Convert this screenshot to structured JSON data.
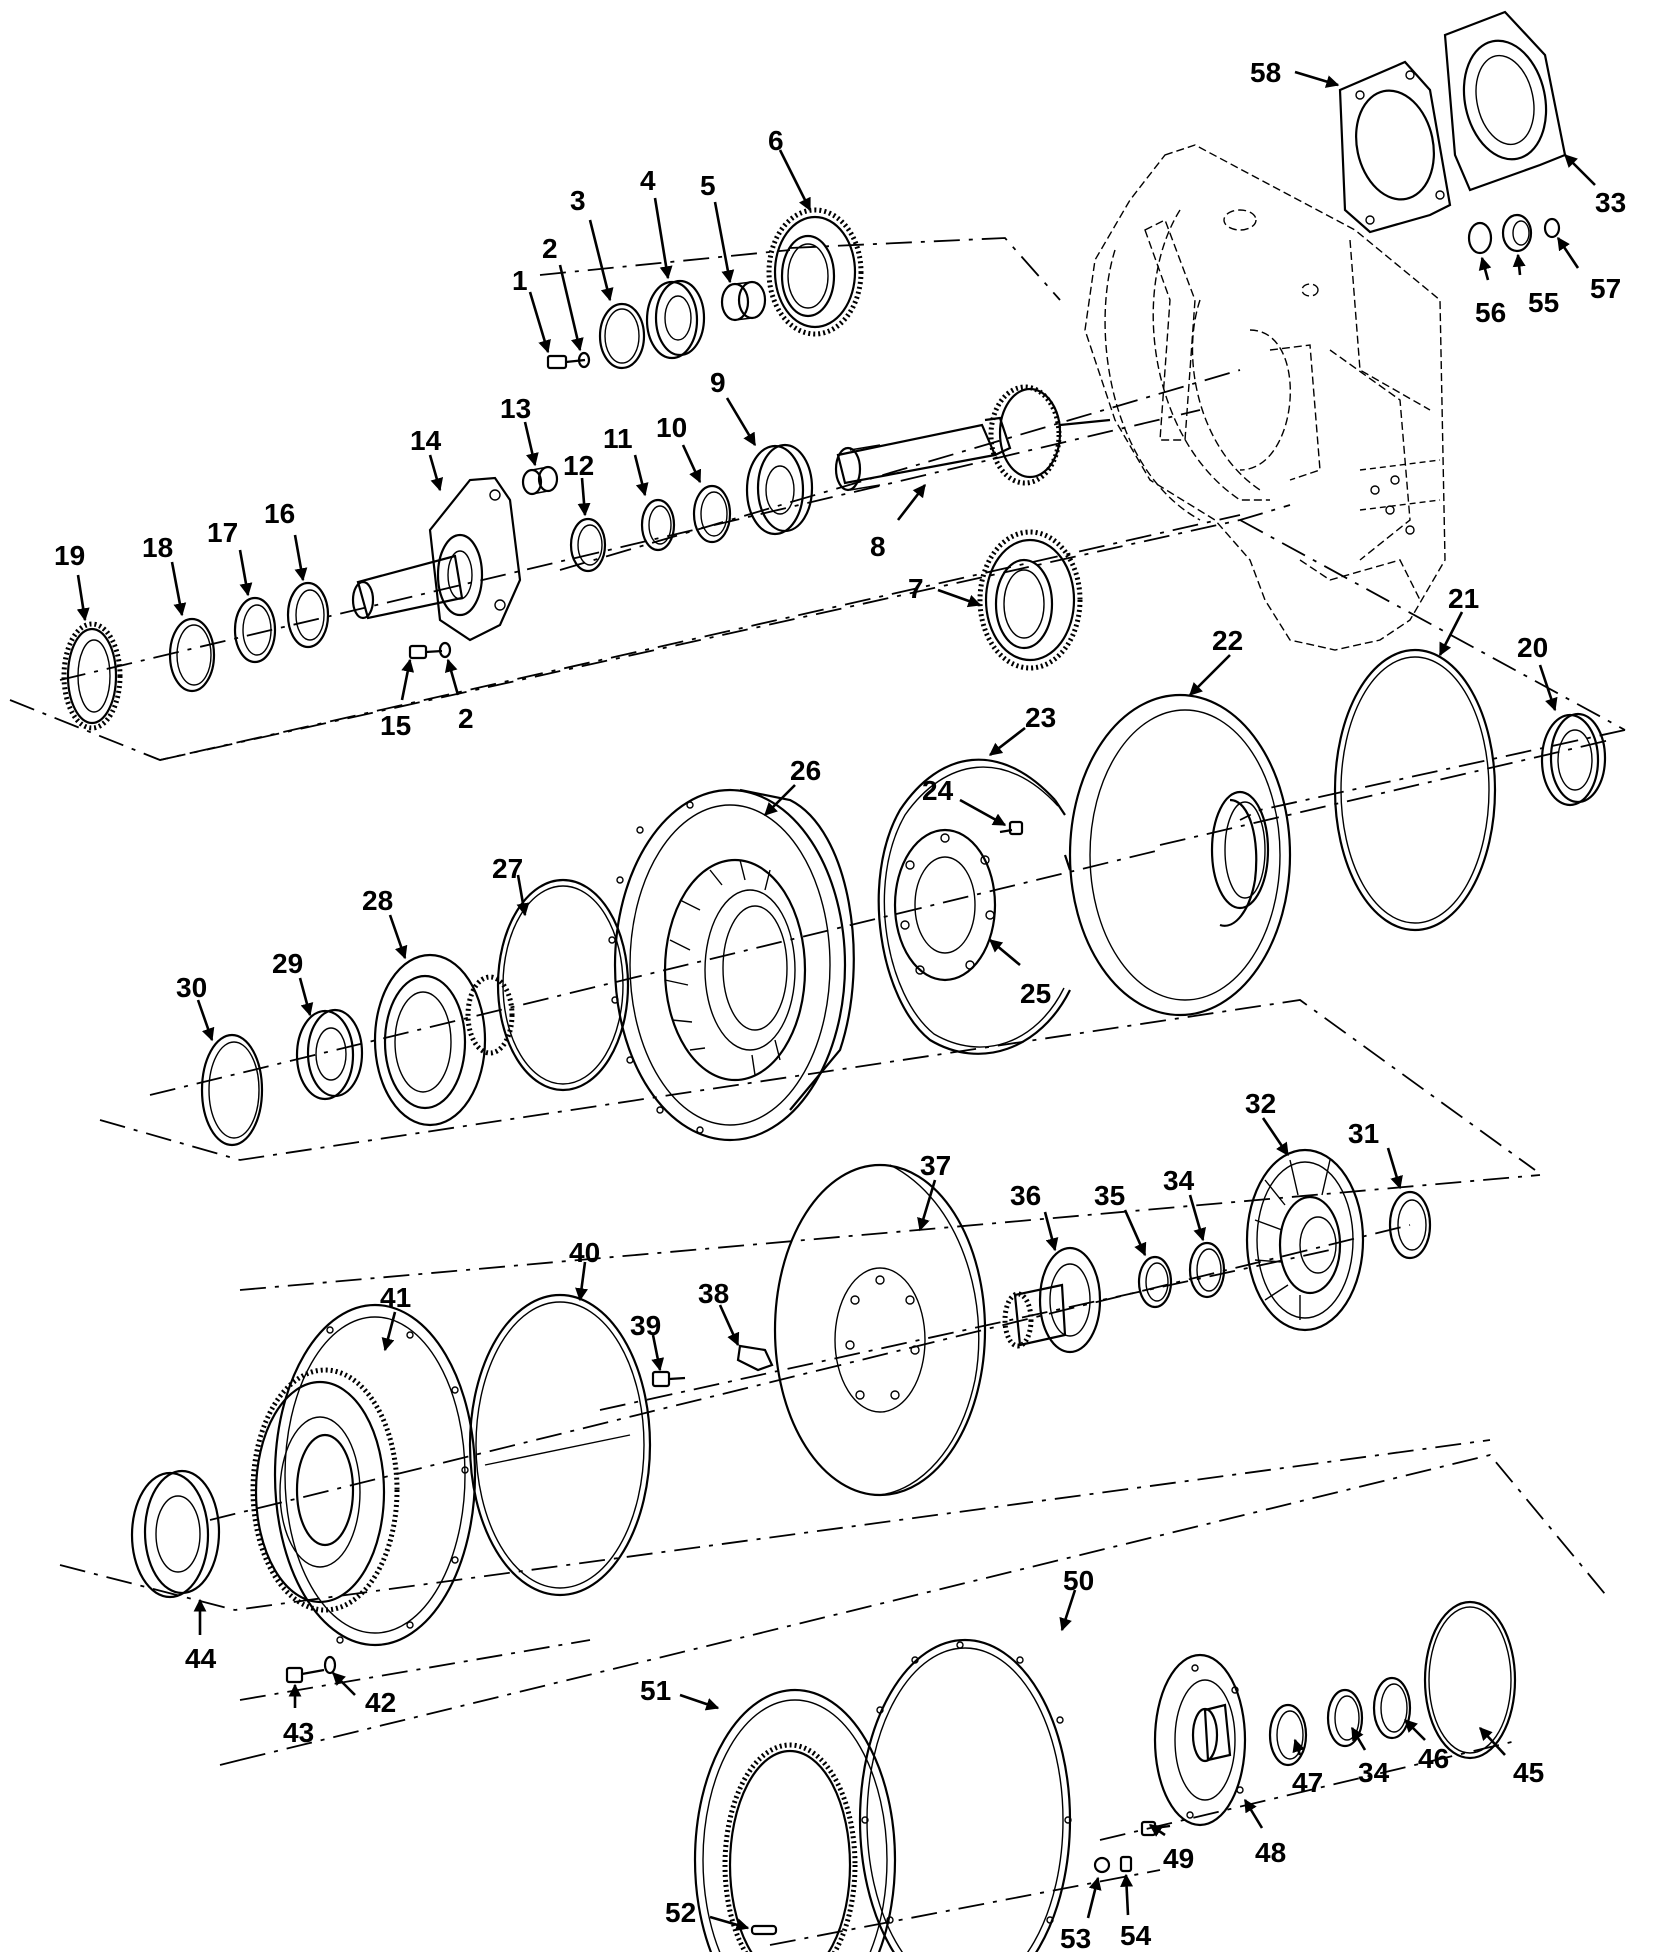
{
  "diagram": {
    "callouts": [
      {
        "id": "c1",
        "label": "1"
      },
      {
        "id": "c2a",
        "label": "2"
      },
      {
        "id": "c3",
        "label": "3"
      },
      {
        "id": "c4",
        "label": "4"
      },
      {
        "id": "c5",
        "label": "5"
      },
      {
        "id": "c6",
        "label": "6"
      },
      {
        "id": "c7",
        "label": "7"
      },
      {
        "id": "c8",
        "label": "8"
      },
      {
        "id": "c9",
        "label": "9"
      },
      {
        "id": "c10",
        "label": "10"
      },
      {
        "id": "c11",
        "label": "11"
      },
      {
        "id": "c12",
        "label": "12"
      },
      {
        "id": "c13",
        "label": "13"
      },
      {
        "id": "c14",
        "label": "14"
      },
      {
        "id": "c15",
        "label": "15"
      },
      {
        "id": "c2b",
        "label": "2"
      },
      {
        "id": "c16",
        "label": "16"
      },
      {
        "id": "c17",
        "label": "17"
      },
      {
        "id": "c18",
        "label": "18"
      },
      {
        "id": "c19",
        "label": "19"
      },
      {
        "id": "c20",
        "label": "20"
      },
      {
        "id": "c21",
        "label": "21"
      },
      {
        "id": "c22",
        "label": "22"
      },
      {
        "id": "c23",
        "label": "23"
      },
      {
        "id": "c24",
        "label": "24"
      },
      {
        "id": "c25",
        "label": "25"
      },
      {
        "id": "c26",
        "label": "26"
      },
      {
        "id": "c27",
        "label": "27"
      },
      {
        "id": "c28",
        "label": "28"
      },
      {
        "id": "c29",
        "label": "29"
      },
      {
        "id": "c30",
        "label": "30"
      },
      {
        "id": "c31",
        "label": "31"
      },
      {
        "id": "c32",
        "label": "32"
      },
      {
        "id": "c33",
        "label": "33"
      },
      {
        "id": "c34a",
        "label": "34"
      },
      {
        "id": "c35",
        "label": "35"
      },
      {
        "id": "c36",
        "label": "36"
      },
      {
        "id": "c37",
        "label": "37"
      },
      {
        "id": "c38",
        "label": "38"
      },
      {
        "id": "c39",
        "label": "39"
      },
      {
        "id": "c40",
        "label": "40"
      },
      {
        "id": "c41",
        "label": "41"
      },
      {
        "id": "c42",
        "label": "42"
      },
      {
        "id": "c43",
        "label": "43"
      },
      {
        "id": "c44",
        "label": "44"
      },
      {
        "id": "c45",
        "label": "45"
      },
      {
        "id": "c46",
        "label": "46"
      },
      {
        "id": "c34b",
        "label": "34"
      },
      {
        "id": "c47",
        "label": "47"
      },
      {
        "id": "c48",
        "label": "48"
      },
      {
        "id": "c49",
        "label": "49"
      },
      {
        "id": "c50",
        "label": "50"
      },
      {
        "id": "c51",
        "label": "51"
      },
      {
        "id": "c52",
        "label": "52"
      },
      {
        "id": "c53",
        "label": "53"
      },
      {
        "id": "c54",
        "label": "54"
      },
      {
        "id": "c55",
        "label": "55"
      },
      {
        "id": "c56",
        "label": "56"
      },
      {
        "id": "c57",
        "label": "57"
      },
      {
        "id": "c58",
        "label": "58"
      }
    ]
  }
}
